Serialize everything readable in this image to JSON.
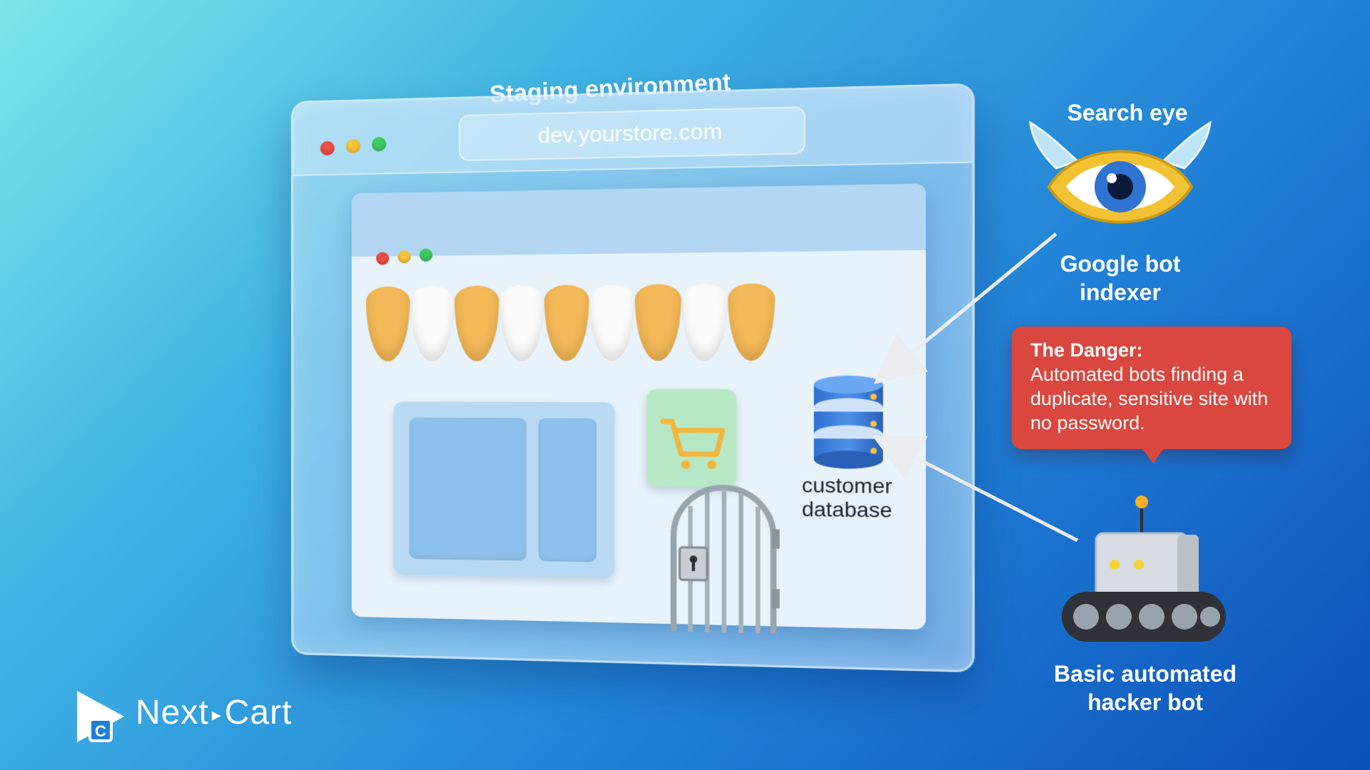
{
  "staging": {
    "title": "Staging environment",
    "url": "dev.yourstore.com"
  },
  "storefront": {
    "database_label_line1": "customer",
    "database_label_line2": "database",
    "icons": [
      "awning-icon",
      "cart-icon",
      "gate-lock-icon",
      "database-icon"
    ]
  },
  "search_bot": {
    "title": "Search eye",
    "label_line1": "Google bot",
    "label_line2": "indexer",
    "icon": "winged-eye-icon"
  },
  "danger": {
    "title": "The Danger:",
    "text": "Automated bots finding a duplicate, sensitive site with no password."
  },
  "hacker_bot": {
    "label_line1": "Basic automated",
    "label_line2": "hacker bot",
    "icon": "robot-icon"
  },
  "brand": {
    "name": "Next",
    "name2": "Cart"
  },
  "colors": {
    "danger": "#d9473f",
    "awning_orange": "#f3b857",
    "eye_gold": "#f2c233",
    "eye_blue": "#2f74d0"
  }
}
